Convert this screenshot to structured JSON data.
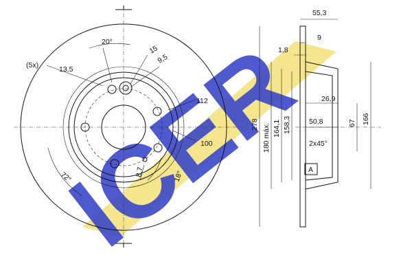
{
  "brand": {
    "name": "ICER",
    "color": "#3a48c8",
    "accent": "#f3e27a"
  },
  "front_view": {
    "bolt_count": "(5x)",
    "bolt_hole_dia": "13,5",
    "angle_top": "20°",
    "hole_a": "15",
    "hole_b": "9,5",
    "pcd": "112",
    "center_dia": "100",
    "small_hole": "8,7",
    "angle_bottom_right": "18°",
    "angle_bottom_left": "72°"
  },
  "side_view": {
    "total_width": "55,3",
    "thickness": "9",
    "min_thickness": "1,8",
    "outer_dia": "278",
    "max_dia": "180 máx.",
    "dia_164": "164,1",
    "dia_158": "158,3",
    "hat_depth": "26,9",
    "offset": "50,8",
    "chamfer": "2x45°",
    "bore": "67",
    "hat_dia": "166",
    "datum": "A"
  },
  "colors": {
    "line": "#111111",
    "logo_blue": "#3a48c8",
    "logo_yellow": "#f3e27a"
  }
}
